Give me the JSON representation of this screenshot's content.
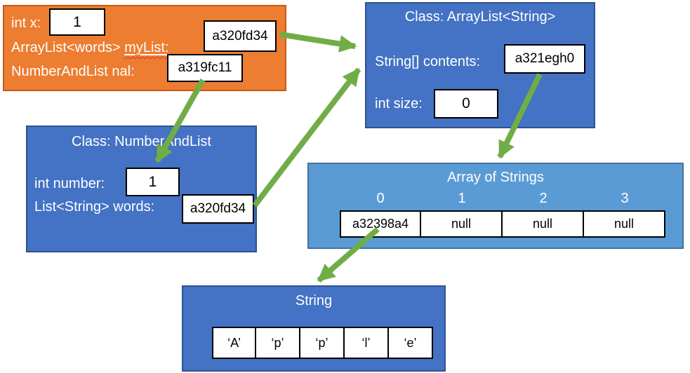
{
  "stack_frame": {
    "x_label": "int x:",
    "x_value": "1",
    "mylist_label_prefix": "ArrayList<words> ",
    "mylist_label_word": "myList:",
    "mylist_ref": "a320fd34",
    "nal_label": "NumberAndList nal:",
    "nal_ref": "a319fc11"
  },
  "arraylist_object": {
    "title": "Class: ArrayList<String>",
    "contents_label": "String[] contents:",
    "contents_ref": "a321egh0",
    "size_label": "int size:",
    "size_value": "0"
  },
  "numberandlist_object": {
    "title": "Class: NumberAndList",
    "number_label": "int number:",
    "number_value": "1",
    "words_label": "List<String> words:",
    "words_ref": "a320fd34"
  },
  "string_array_object": {
    "title": "Array of Strings",
    "indices": [
      "0",
      "1",
      "2",
      "3"
    ],
    "cells": [
      "a32398a4",
      "null",
      "null",
      "null"
    ]
  },
  "string_object": {
    "title": "String",
    "chars": [
      "‘A’",
      "‘p’",
      "‘p’",
      "‘l’",
      "‘e’"
    ]
  },
  "arrows": [
    {
      "id": "mylist-to-arraylist",
      "from": "a320fd34 (myList)",
      "to": "Class: ArrayList<String>"
    },
    {
      "id": "nal-to-numberandlist",
      "from": "a319fc11 (nal)",
      "to": "Class: NumberAndList"
    },
    {
      "id": "words-to-arraylist",
      "from": "a320fd34 (words)",
      "to": "Class: ArrayList<String>"
    },
    {
      "id": "contents-to-stringarray",
      "from": "a321egh0 (contents)",
      "to": "Array of Strings"
    },
    {
      "id": "cell0-to-string",
      "from": "a32398a4 (array index 0)",
      "to": "String"
    }
  ],
  "colors": {
    "stack_frame_fill": "#ED7D31",
    "stack_frame_border": "#C55A11",
    "object_fill": "#4472C4",
    "object_border": "#2F528F",
    "array_fill": "#5B9BD5",
    "array_border": "#41719C",
    "arrow_green": "#70AD47",
    "value_box_border": "#000000",
    "spellcheck_red": "#D63A26"
  }
}
